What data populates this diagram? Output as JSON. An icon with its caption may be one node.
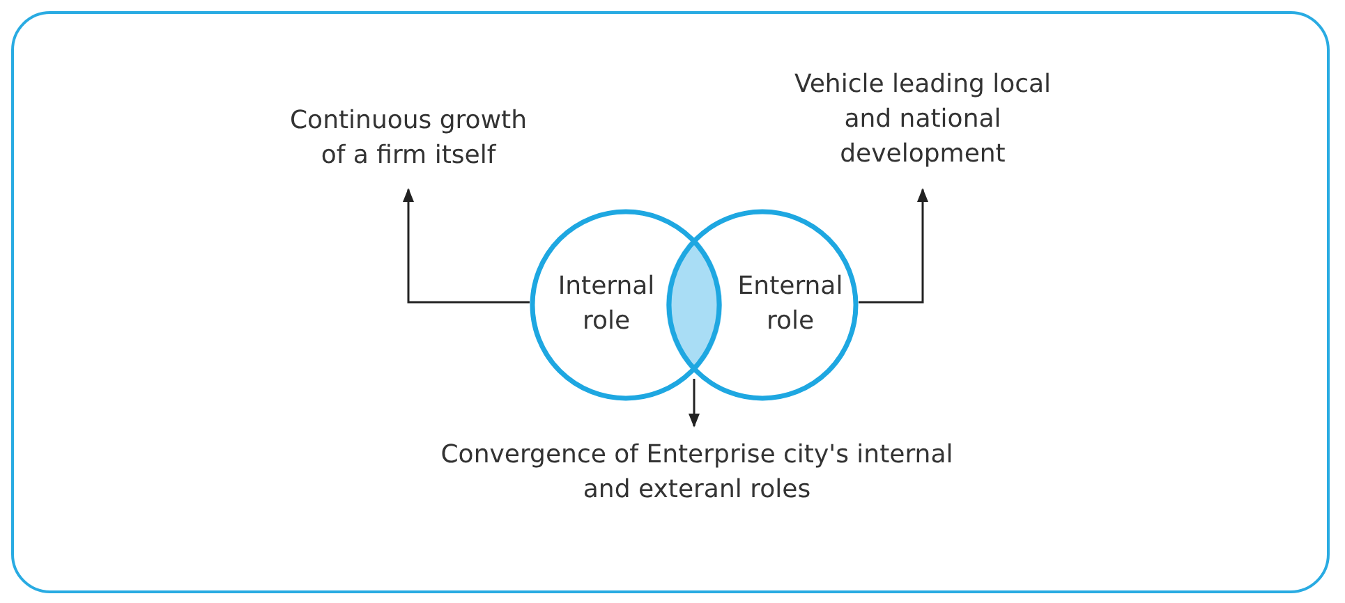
{
  "diagram": {
    "nodes": [
      {
        "text": [
          "Internal role"
        ]
      },
      {
        "text": [
          "Enternal role"
        ]
      },
      {
        "text": [],
        "shape": "lens"
      },
      {
        "text": [
          "Continuous growth of a firm itself"
        ]
      },
      {
        "text": [
          "Vehicle leading local and national development"
        ]
      },
      {
        "text": [
          "Convergence of Enterprise city's internal and exteranl roles"
        ]
      }
    ],
    "edges": [
      {
        "from": 0,
        "to": 3,
        "arrow": "to"
      },
      {
        "from": 1,
        "to": 4,
        "arrow": "to"
      },
      {
        "from": 2,
        "to": 5,
        "arrow": "to"
      }
    ]
  }
}
